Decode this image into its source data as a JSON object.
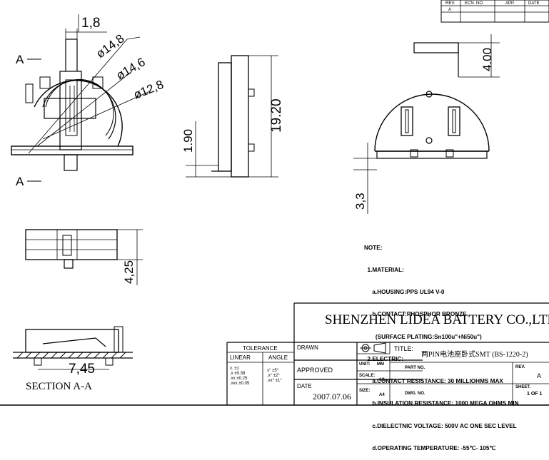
{
  "revision_block": {
    "headers": [
      "REV.",
      "ECN. NO.",
      "APP.",
      "DATE"
    ],
    "rev": "A"
  },
  "dimensions": {
    "top_tab_width": "1,8",
    "dia_outer": "ø14,8",
    "dia_mid": "ø14,6",
    "dia_inner": "ø12,8",
    "section_marker": "A",
    "height_total": "19.20",
    "height_step": "1.90",
    "tab_depth": "4.00",
    "bottom_offset": "3,3",
    "side_height": "4,25",
    "section_width": "7,45",
    "section_label": "SECTION A-A"
  },
  "notes": [
    "NOTE:",
    "  1.MATERIAL:",
    "     a.HOUSING:PPS UL94 V-0",
    "     b.CONTACT:PHOSPHOR BRONZE",
    "       (SURFACE PLATING:Sn100u\"+Ni50u\")",
    "  2.ELECTRIC:",
    "     a.CONTACT RESISTANCE: 30 MILLIOHMS MAX",
    "     b.INSULATION RESISTANCE: 1000 MEGA OHMS MIN",
    "     c.DIELECTNIC VOLTAGE: 500V AC ONE SEC LEVEL",
    "     d.OPERATING TEMPERATURE: -55℃- 105℃"
  ],
  "title_block": {
    "company": "SHENZHEN LIDEA BATTERY CO.,LTD.",
    "tolerance_header": "TOLERANCE",
    "linear_header": "LINEAR",
    "angle_header": "ANGLE",
    "linear_values": [
      "x.   ±1",
      ".x   ±0.38",
      ".xx  ±0.25",
      ".xxx ±0.05"
    ],
    "angle_values": [
      "x°  ±5°",
      ".x° ±2°",
      ".xx° ±1°"
    ],
    "drawn_label": "DRAWN",
    "approved_label": "APPROVED",
    "date_label": "DATE",
    "date_value": "2007.07.06",
    "unit_label": "UNIT:",
    "unit_value": "MM",
    "scale_label": "SCALE:",
    "scale_value": "1/1",
    "size_label": "SIZE:",
    "size_value": "A4",
    "title_label": "TITLE:",
    "title_value": "两PIN电池座卧式SMT (BS-1220-2)",
    "part_no_label": "PART NO.",
    "dwg_no_label": "DWG. NO.",
    "rev_label": "REV.",
    "rev_value": "A",
    "sheet_label": "SHEET.",
    "sheet_value": "1 OF 1"
  }
}
